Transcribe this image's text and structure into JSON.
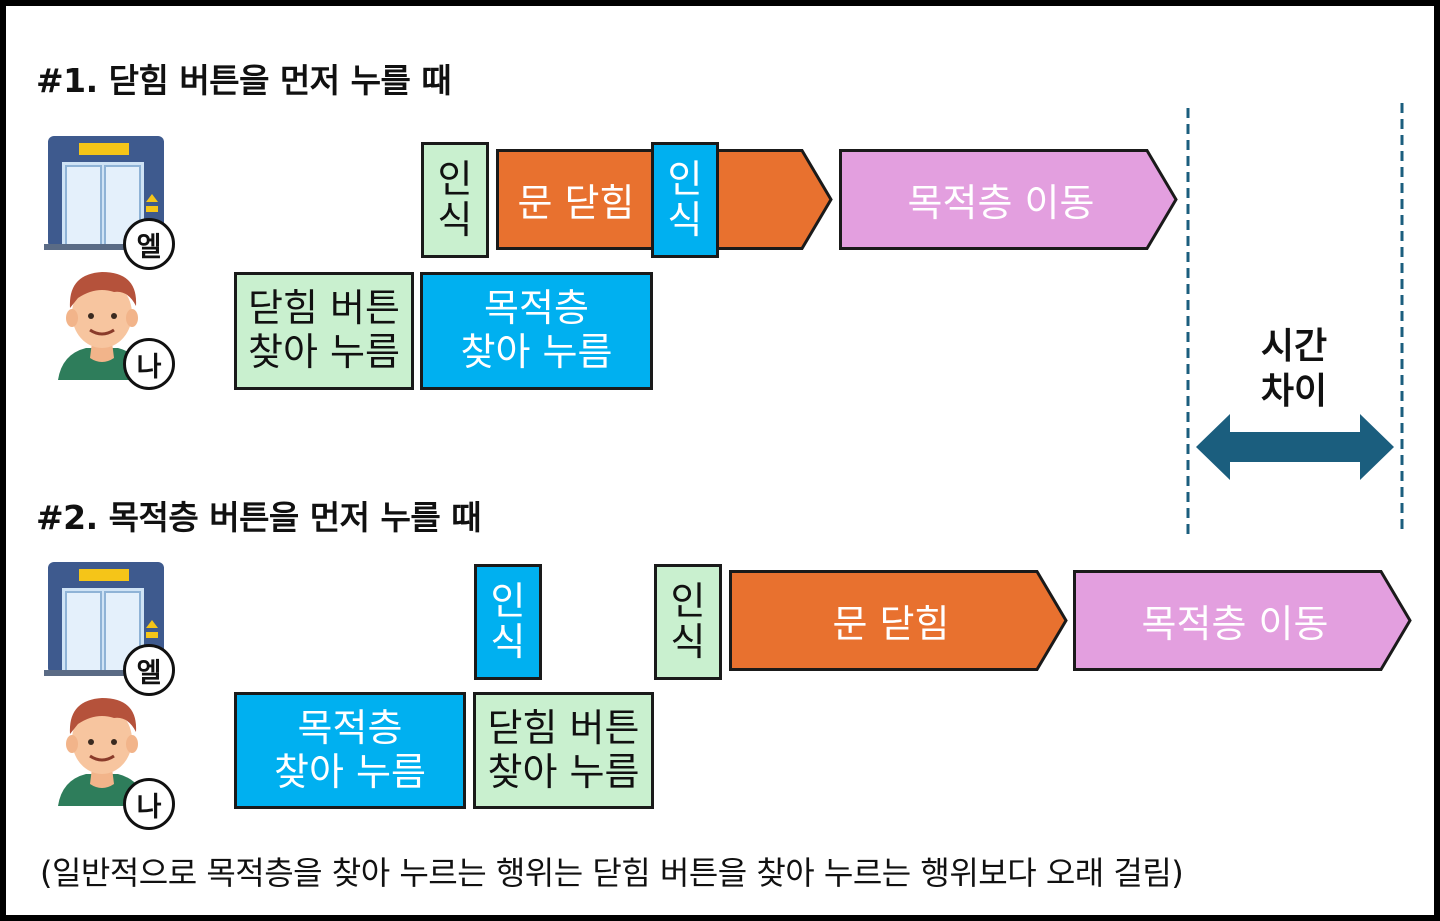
{
  "colors": {
    "green_box": "#c9f0cf",
    "blue_box": "#00b0f0",
    "orange_arrow": "#e8712f",
    "pink_arrow": "#e39fdf",
    "gap_arrow": "#1b5e7e",
    "dashed_line": "#1b5e7e"
  },
  "icons": [
    "elevator-icon",
    "person-icon"
  ],
  "scenario1": {
    "heading": "#1. 닫힘 버튼을 먼저 누를 때",
    "elevator_badge": "엘",
    "person_badge": "나",
    "recog_a": [
      "인",
      "식"
    ],
    "door_close": "문 닫힘",
    "recog_b": [
      "인",
      "식"
    ],
    "move": "목적층 이동",
    "find_close": [
      "닫힘 버튼",
      "찾아 누름"
    ],
    "find_floor": [
      "목적층",
      "찾아 누름"
    ]
  },
  "scenario2": {
    "heading": "#2. 목적층 버튼을 먼저 누를 때",
    "elevator_badge": "엘",
    "person_badge": "나",
    "recog_a": [
      "인",
      "식"
    ],
    "recog_b": [
      "인",
      "식"
    ],
    "door_close": "문 닫힘",
    "move": "목적층 이동",
    "find_floor": [
      "목적층",
      "찾아 누름"
    ],
    "find_close": [
      "닫힘 버튼",
      "찾아 누름"
    ]
  },
  "time_gap": [
    "시간",
    "차이"
  ],
  "footnote": "(일반적으로 목적층을 찾아 누르는 행위는 닫힘 버튼을 찾아 누르는 행위보다 오래 걸림)"
}
